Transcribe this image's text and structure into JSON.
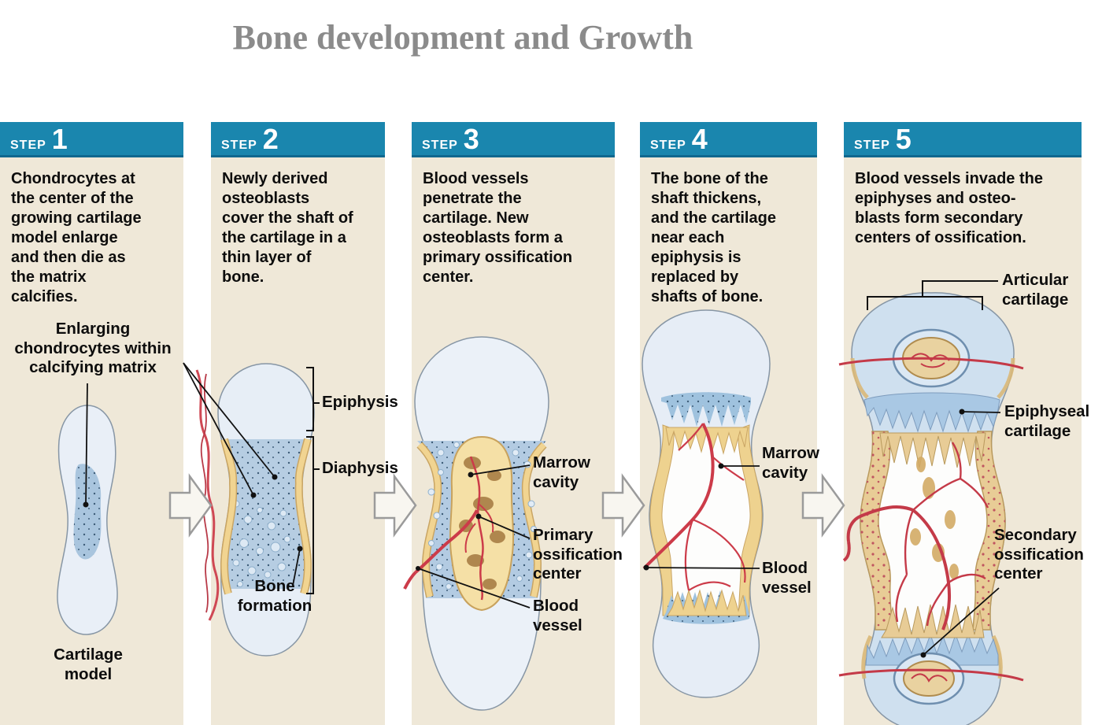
{
  "title": "Bone development and Growth",
  "colors": {
    "header_blue": "#1a86ae",
    "panel_background": "#efe8d8",
    "title_gray": "#8b8b8b",
    "bone_light_blue": "#e7eef6",
    "bone_mid_blue": "#b6cde2",
    "cartilage_band_blue": "#a9c8e4",
    "bone_collar_yellow": "#f1d491",
    "bone_tan": "#c9a564",
    "vessel_red": "#cc3b49",
    "marrow_brown": "#a87e45",
    "text_black": "#0d0d0d",
    "arrow_fill": "#f8f6f0",
    "arrow_stroke": "#9b9b9b"
  },
  "icons": {
    "next_step_arrow": "right-block-arrow"
  },
  "steps": [
    {
      "step_label": "STEP",
      "number": "1",
      "description": "Chondrocytes at\nthe center of the\ngrowing cartilage\nmodel enlarge\nand then die as\nthe matrix\ncalcifies."
    },
    {
      "step_label": "STEP",
      "number": "2",
      "description": "Newly derived\nosteoblasts\ncover the shaft of\nthe cartilage in a\nthin layer of\nbone."
    },
    {
      "step_label": "STEP",
      "number": "3",
      "description": "Blood vessels\npenetrate the\ncartilage. New\nosteoblasts form a\nprimary ossification\ncenter."
    },
    {
      "step_label": "STEP",
      "number": "4",
      "description": "The bone of the\nshaft thickens,\nand the cartilage\nnear each\nepiphysis is\nreplaced by\nshafts of bone."
    },
    {
      "step_label": "STEP",
      "number": "5",
      "description": "Blood vessels invade the\nepiphyses and osteo-\nblasts form secondary\ncenters of ossification."
    }
  ],
  "annotations": {
    "enlarging_chondrocytes": "Enlarging\nchondrocytes within\ncalcifying matrix",
    "cartilage_model": "Cartilage\nmodel",
    "epiphysis": "Epiphysis",
    "diaphysis": "Diaphysis",
    "bone_formation": "Bone\nformation",
    "marrow_cavity_step3": "Marrow\ncavity",
    "primary_ossification_center": "Primary\nossification\ncenter",
    "blood_vessel_step3": "Blood\nvessel",
    "marrow_cavity_step4": "Marrow\ncavity",
    "blood_vessel_step4": "Blood\nvessel",
    "articular_cartilage": "Articular\ncartilage",
    "epiphyseal_cartilage": "Epiphyseal\ncartilage",
    "secondary_ossification_center": "Secondary\nossification\ncenter"
  }
}
